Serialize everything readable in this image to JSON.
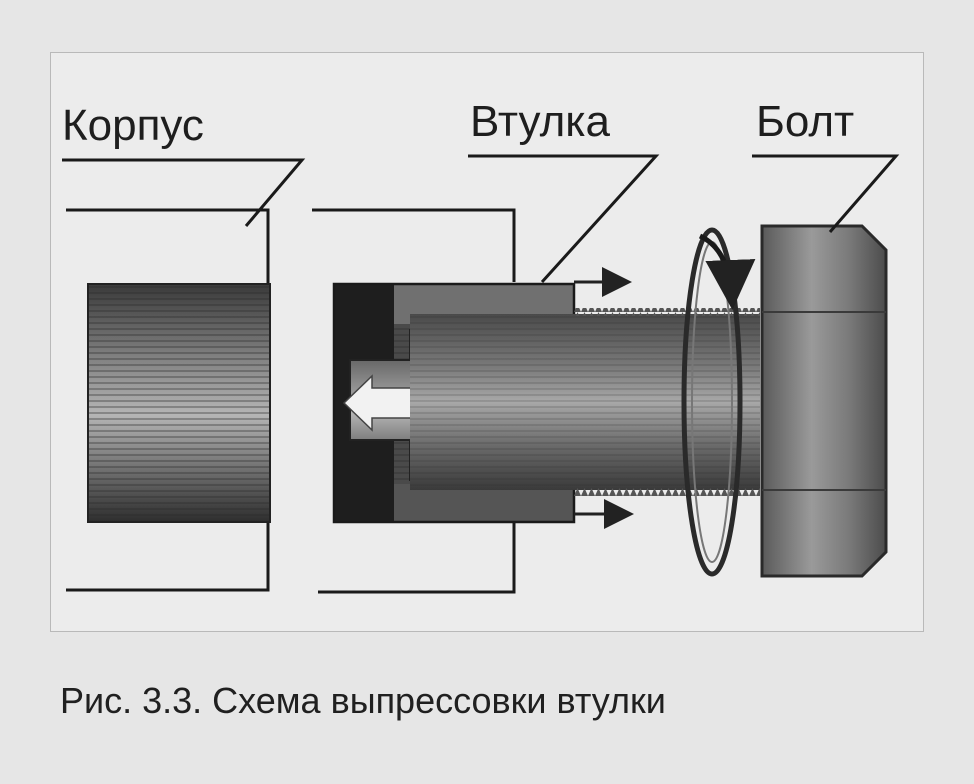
{
  "diagram": {
    "labels": {
      "housing": "Корпус",
      "bushing": "Втулка",
      "bolt": "Болт"
    },
    "caption": "Рис. 3.3. Схема выпрессовки втулки"
  }
}
